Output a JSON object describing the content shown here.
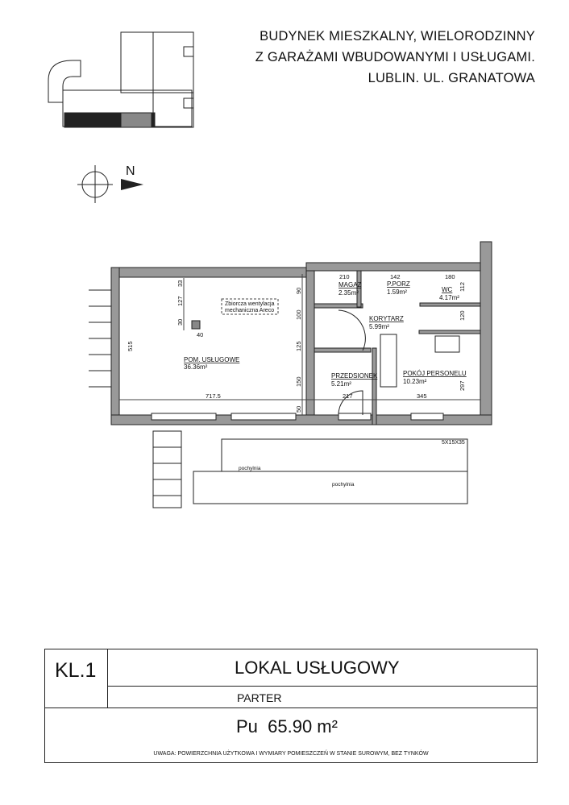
{
  "header": {
    "line1": "BUDYNEK MIESZKALNY, WIELORODZINNY",
    "line2": "Z GARAŻAMI WBUDOWANYMI I USŁUGAMI.",
    "line3": "LUBLIN. UL. GRANATOWA"
  },
  "compass": {
    "label": "N"
  },
  "plan": {
    "rooms": [
      {
        "name": "POM. USŁUGOWE",
        "area": "36.36m²"
      },
      {
        "name": "MAGAZ",
        "area": "2.35m²"
      },
      {
        "name": "P.PORZ",
        "area": "1.59m²"
      },
      {
        "name": "WC",
        "area": "4.17m²"
      },
      {
        "name": "KORYTARZ",
        "area": "5.99m²"
      },
      {
        "name": "PRZEDSIONEK",
        "area": "5.21m²"
      },
      {
        "name": "POKÓJ PERSONELU",
        "area": "10.23m²"
      }
    ],
    "note_line1": "Zbiorcza wentylacja",
    "note_line2": "mechaniczna Areco",
    "dims": {
      "d210": "210",
      "d142": "142",
      "d180": "180",
      "d7175": "717.5",
      "d217": "217",
      "d345": "345",
      "d515": "515",
      "d33": "33",
      "d127": "127",
      "d30": "30",
      "d40": "40",
      "d90": "90",
      "d100": "100",
      "d125": "125",
      "d150": "150",
      "d50": "50",
      "d112": "112",
      "d120": "120",
      "d297": "297"
    },
    "ramp1": "pochylnia",
    "ramp2": "pochylnia",
    "steps": "5X15X35"
  },
  "title_block": {
    "code": "KL.1",
    "title": "LOKAL USŁUGOWY",
    "floor": "PARTER",
    "area": "Pu  65.90 m²",
    "note": "UWAGA: POWIERZCHNIA UŻYTKOWA I WYMIARY POMIESZCZEŃ W STANIE SUROWYM, BEZ TYNKÓW"
  }
}
